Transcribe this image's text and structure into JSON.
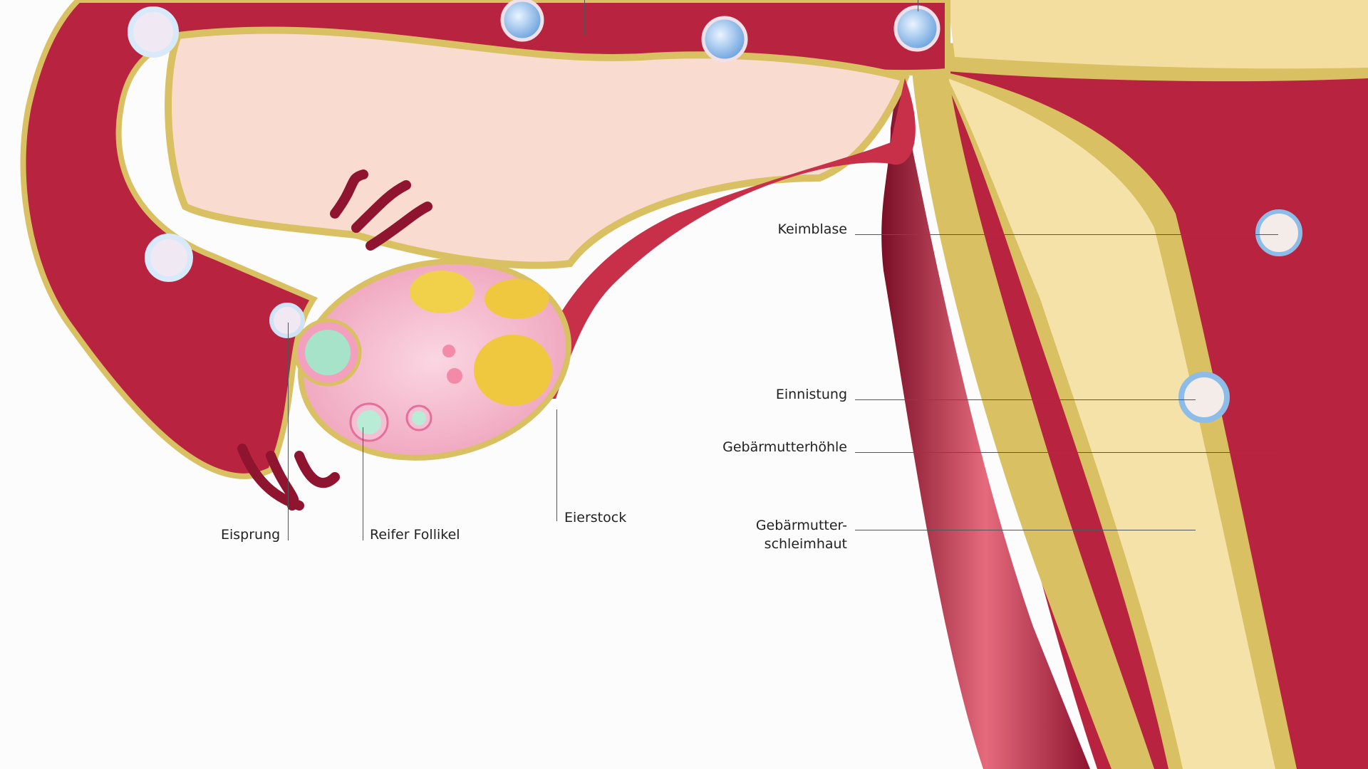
{
  "labels": {
    "keimblase": "Keimblase",
    "einnistung": "Einnistung",
    "gebaermutterhoehle": "Gebärmutterhöhle",
    "schleimhaut_line1": "Gebärmutter-",
    "schleimhaut_line2": "schleimhaut",
    "eisprung": "Eisprung",
    "reifer_follikel": "Reifer Follikel",
    "eierstock": "Eierstock"
  },
  "colors": {
    "tissue_red": "#b8243f",
    "tissue_dark": "#6e0c22",
    "tissue_pink": "#e9707f",
    "membrane_gold": "#d9c063",
    "endometrium_cream": "#f5e2a8",
    "ovary_pink": "#f4b9cd",
    "cell_blue": "#7fb3e6"
  }
}
